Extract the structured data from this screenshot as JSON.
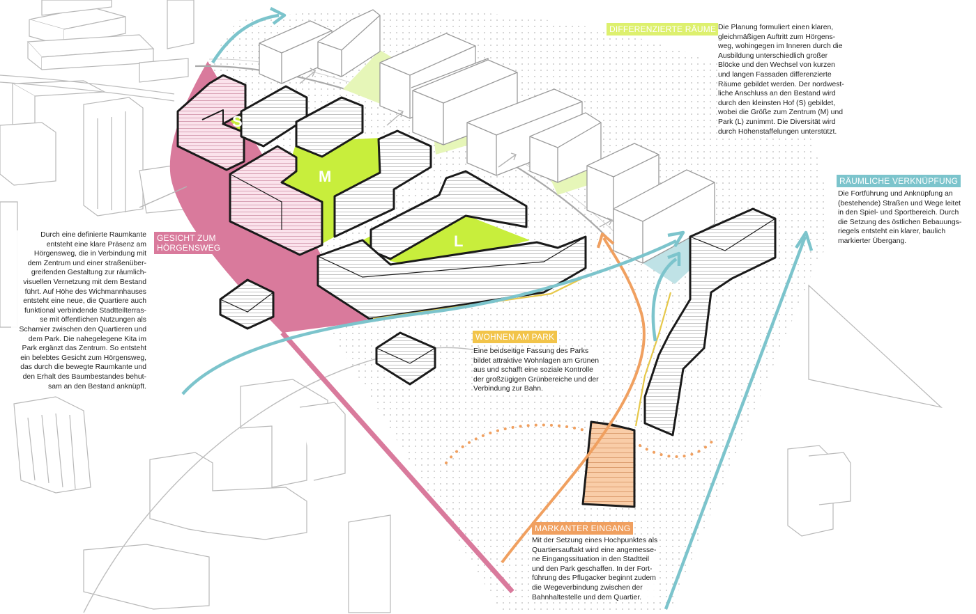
{
  "colors": {
    "pink": "#d97a9c",
    "lime": "#c8ee3c",
    "lime_light": "#e6f6b8",
    "orange": "#f0a060",
    "orange_fill": "#f9cda8",
    "teal": "#7cc4cc",
    "teal_light": "#bfe2e6",
    "yellow": "#e6c84a"
  },
  "zones": {
    "small": "S",
    "medium": "M",
    "large": "L"
  },
  "labels": {
    "differenzierte": {
      "title": "DIFFERENZIERTE RÄUME"
    },
    "verknuepfung": {
      "title": "RÄUMLICHE VERKNÜPFUNG"
    },
    "gesicht": {
      "title_line1": "GESICHT ZUM",
      "title_line2": "HÖRGENSWEG"
    },
    "wohnen": {
      "title": "WOHNEN AM PARK"
    },
    "eingang": {
      "title": "MARKANTER EINGANG"
    }
  },
  "texts": {
    "differenzierte": [
      "Die Planung formuliert einen klaren,",
      "gleichmäßigen Auftritt zum Hörgens-",
      "weg, wohingegen im Inneren durch die",
      "Ausbildung unterschiedlich großer",
      "Blöcke und den Wechsel von kurzen",
      "und langen Fassaden differenzierte",
      "Räume gebildet werden. Der nordwest-",
      "liche Anschluss an den Bestand wird",
      "durch den kleinsten Hof (S) gebildet,",
      "wobei die Größe zum Zentrum (M) und",
      "Park (L) zunimmt. Die Diversität wird",
      "durch  Höhenstaffelungen unterstützt."
    ],
    "verknuepfung": [
      "Die Fortführung und Anknüpfung an",
      "(bestehende) Straßen und Wege leitet",
      "in den Spiel- und Sportbereich. Durch",
      "die Setzung des östlichen Bebauungs-",
      "riegels entsteht ein klarer, baulich",
      "markierter Übergang."
    ],
    "gesicht": [
      "Durch eine definierte Raumkante",
      "entsteht eine klare Präsenz am",
      "Hörgensweg, die in Verbindung mit",
      "dem Zentrum und einer straßenüber-",
      "greifenden Gestaltung zur räumlich-",
      "visuellen Vernetzung mit dem Bestand",
      "führt. Auf Höhe des Wichmannhauses",
      "entsteht eine neue, die Quartiere auch",
      "funktional verbindende Stadtteilterras-",
      "se mit öffentlichen Nutzungen als",
      "Scharnier zwischen den Quartieren und",
      "dem Park. Die nahegelegene Kita im",
      "Park ergänzt das Zentrum. So entsteht",
      "ein belebtes Gesicht zum Hörgensweg,",
      "das durch die bewegte Raumkante und",
      "den Erhalt des Baumbestandes behut-",
      "sam an den Bestand anknüpft."
    ],
    "wohnen": [
      "Eine beidseitige Fassung des Parks",
      "bildet attraktive Wohnlagen am Grünen",
      "aus und schafft eine soziale Kontrolle",
      "der großzügigen Grünbereiche und der",
      "Verbindung zur Bahn."
    ],
    "eingang": [
      "Mit der Setzung eines Hochpunktes als",
      "Quartiersauftakt wird eine angemesse-",
      "ne Eingangssituation in den Stadtteil",
      "und den Park geschaffen. In der Fort-",
      "führung des Pflugacker beginnt zudem",
      "die Wegeverbindung zwischen der",
      "Bahnhaltestelle und dem Quartier."
    ]
  }
}
